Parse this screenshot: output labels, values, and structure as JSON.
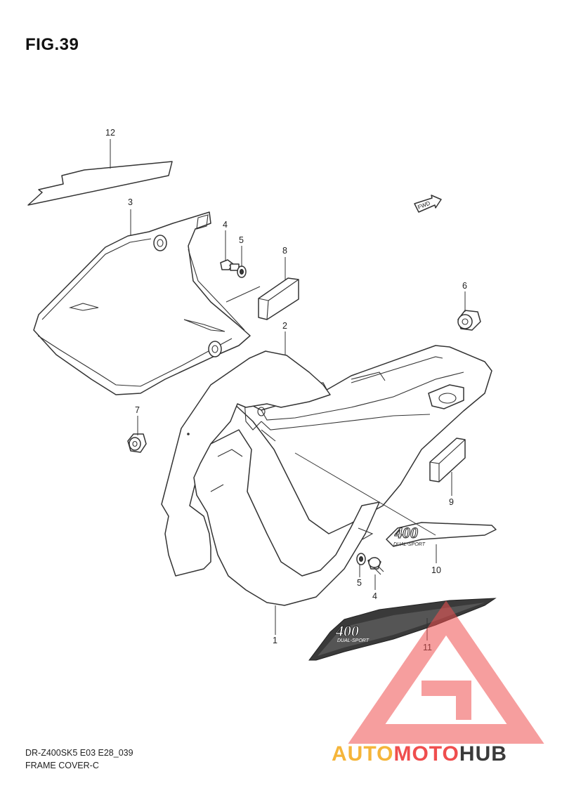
{
  "figure": {
    "title": "FIG.39",
    "model_code": "DR-Z400SK5 E03 E28_039",
    "caption": "FRAME COVER-C",
    "fwd_label": "FWD"
  },
  "callouts": {
    "p1": "1",
    "p2": "2",
    "p3": "3",
    "p4a": "4",
    "p4b": "4",
    "p5a": "5",
    "p5b": "5",
    "p6": "6",
    "p7": "7",
    "p8": "8",
    "p9": "9",
    "p10": "10",
    "p11": "11",
    "p12": "12"
  },
  "decals": {
    "big_number": "400",
    "subtext": "DUAL-SPORT"
  },
  "watermark": {
    "part1": "AUTO",
    "part2": "MOTO",
    "part3": "HUB",
    "color1": "#f5b53a",
    "color2": "#ef4e4e",
    "color3": "#3a3a3a"
  }
}
